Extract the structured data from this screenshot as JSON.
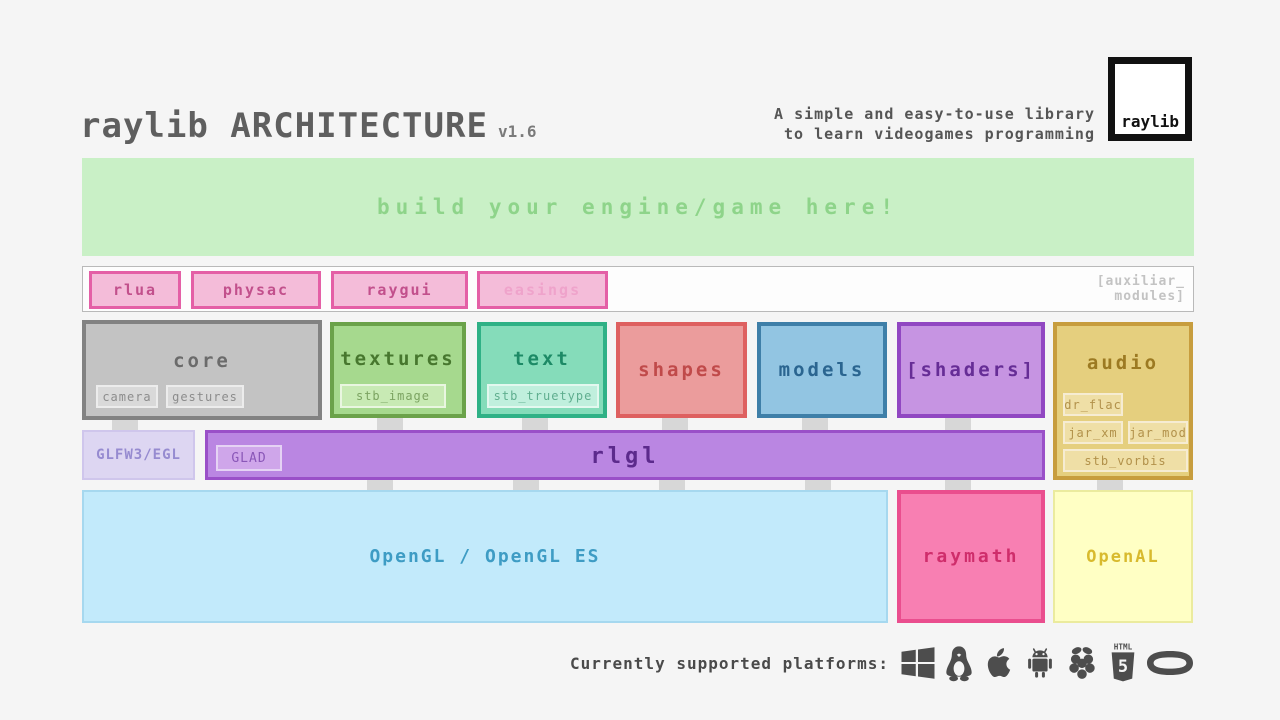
{
  "header": {
    "title": "raylib ARCHITECTURE",
    "version": "v1.6",
    "tagline_line1": "A simple and easy-to-use library",
    "tagline_line2": "to learn videogames programming",
    "logo_text": "raylib"
  },
  "banner": {
    "label": "build your engine/game here!"
  },
  "aux": {
    "modules": [
      {
        "label": "rlua"
      },
      {
        "label": "physac"
      },
      {
        "label": "raygui"
      },
      {
        "label": "easings"
      }
    ],
    "caption_line1": "[auxiliar_",
    "caption_line2": "modules]"
  },
  "modules": {
    "core": {
      "label": "core",
      "subs": [
        "camera",
        "gestures"
      ]
    },
    "textures": {
      "label": "textures",
      "subs": [
        "stb_image"
      ]
    },
    "text": {
      "label": "text",
      "subs": [
        "stb_truetype"
      ]
    },
    "shapes": {
      "label": "shapes"
    },
    "models": {
      "label": "models"
    },
    "shaders": {
      "label": "[shaders]"
    },
    "audio": {
      "label": "audio",
      "subs": [
        "dr_flac",
        "jar_xm",
        "jar_mod",
        "stb_vorbis"
      ]
    }
  },
  "mid": {
    "glfw": "GLFW3/EGL",
    "rlgl": "rlgl",
    "glad": "GLAD"
  },
  "bottom": {
    "opengl": "OpenGL / OpenGL ES",
    "raymath": "raymath",
    "openal": "OpenAL"
  },
  "platforms": {
    "caption": "Currently supported platforms:",
    "icons": [
      "windows",
      "linux",
      "apple",
      "android",
      "raspberrypi",
      "html5",
      "oculus"
    ]
  },
  "colors": {
    "background": "#f5f5f5",
    "banner_green": "#c9f0c6",
    "aux_pink": "#e45fa6",
    "core_gray": "#828282",
    "textures_green": "#6ba24a",
    "text_teal": "#2fb186",
    "shapes_red": "#de6060",
    "models_blue": "#3e7fa8",
    "shaders_purple": "#9147c2",
    "audio_gold": "#c79d3e",
    "rlgl_purple": "#9a50c8",
    "opengl_blue": "#c2eafb",
    "raymath_pink": "#ea4e8e",
    "openal_yellow": "#ffffc4"
  }
}
